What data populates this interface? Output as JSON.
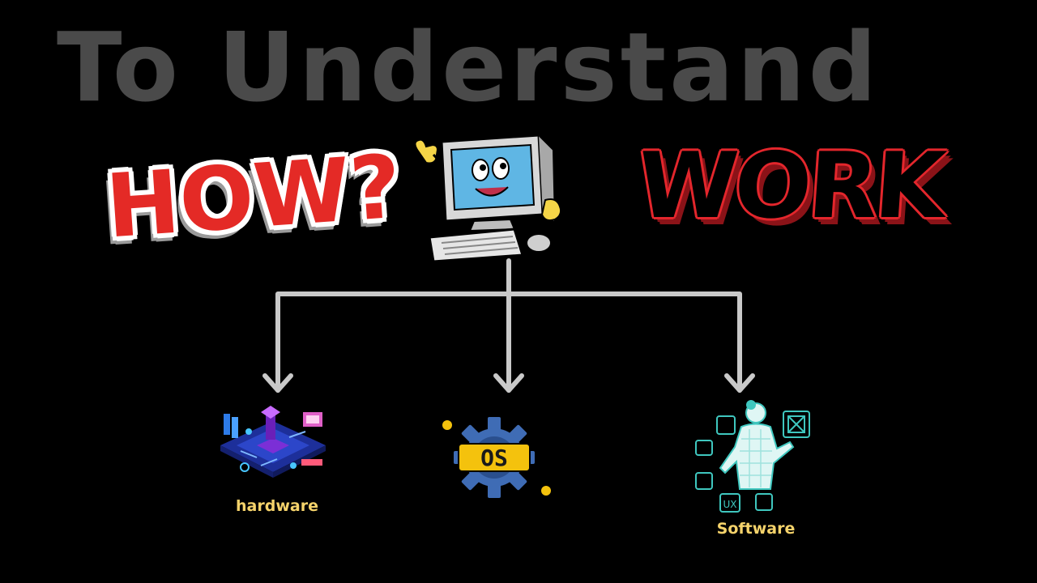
{
  "title": "To Understand",
  "how_text": "HOW?",
  "work_text": "WORK",
  "nodes": {
    "hardware": {
      "label": "hardware"
    },
    "os": {
      "icon_text": "OS"
    },
    "software": {
      "label": "Software",
      "icon_text": "UX"
    }
  },
  "colors": {
    "background": "#000000",
    "title": "#4a4a4a",
    "how": "#e42a26",
    "work_outline": "#e3262c",
    "connector": "#c9c9c9",
    "label": "#f5d36b",
    "os_gear": "#3f6cb5",
    "os_badge": "#f4c20d"
  },
  "icons": [
    "cartoon-computer-icon",
    "hardware-circuit-icon",
    "os-gear-icon",
    "software-person-icon"
  ]
}
